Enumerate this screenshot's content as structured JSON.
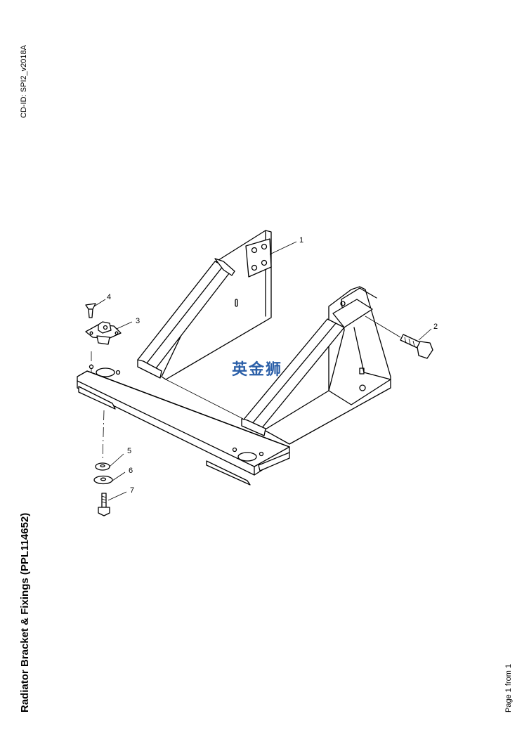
{
  "header": {
    "cd_id": "CD-ID: SPI2_v2018A"
  },
  "title": "Radiator Bracket & Fixings (PPL114652)",
  "footer": {
    "page": "Page 1 from 1"
  },
  "watermark": "英金狮",
  "callouts": [
    "1",
    "2",
    "3",
    "4",
    "5",
    "6",
    "7"
  ]
}
